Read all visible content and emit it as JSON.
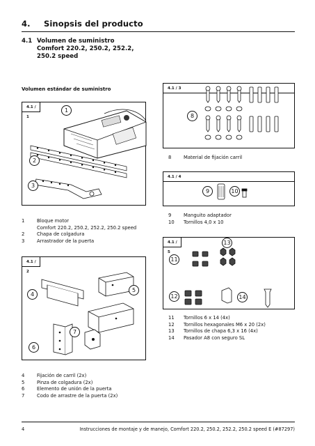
{
  "section": {
    "number": "4.",
    "title": "Sinopsis del producto"
  },
  "subsection": {
    "number": "4.1",
    "lines": [
      "Volumen de suministro",
      "Comfort 220.2, 250.2, 252.2,",
      "250.2 speed"
    ]
  },
  "standard_label": "Volumen estándar de suministro",
  "figures": {
    "f1": {
      "label": "4.1 / 1",
      "callouts": [
        "1",
        "2",
        "3"
      ]
    },
    "f2": {
      "label": "4.1 / 2",
      "callouts": [
        "4",
        "5",
        "6",
        "7"
      ]
    },
    "f3": {
      "label": "4.1 / 3",
      "callouts": [
        "8"
      ]
    },
    "f4": {
      "label": "4.1 / 4",
      "callouts": [
        "9",
        "10"
      ]
    },
    "f5": {
      "label": "4.1 / 5",
      "callouts": [
        "11",
        "12",
        "13",
        "14"
      ]
    }
  },
  "legend1": [
    {
      "n": "1",
      "text": "Bloque motor"
    },
    {
      "n": "",
      "text": "Comfort 220.2, 250.2, 252.2, 250.2 speed"
    },
    {
      "n": "2",
      "text": "Chapa de colgadura"
    },
    {
      "n": "3",
      "text": "Arrastrador de la puerta"
    }
  ],
  "legend2": [
    {
      "n": "4",
      "text": "Fijación de carril (2x)"
    },
    {
      "n": "5",
      "text": "Pinza de colgadura (2x)"
    },
    {
      "n": "6",
      "text": "Elemento de unión de la puerta"
    },
    {
      "n": "7",
      "text": "Codo de arrastre de la puerta (2x)"
    }
  ],
  "legend3": [
    {
      "n": "8",
      "text": "Material de fijación carril"
    }
  ],
  "legend4": [
    {
      "n": "9",
      "text": "Manguito adaptador"
    },
    {
      "n": "10",
      "text": "Tornillos 4,0 x 10"
    }
  ],
  "legend5": [
    {
      "n": "11",
      "text": "Tornillos 6 x 14 (4x)"
    },
    {
      "n": "12",
      "text": "Tornillos hexagonales M6 x 20 (2x)"
    },
    {
      "n": "13",
      "text": "Tornillos de chapa 6,3 x 16 (4x)"
    },
    {
      "n": "14",
      "text": "Pasador A8 con seguro SL"
    }
  ],
  "footer": {
    "page": "4",
    "text": "Instrucciones de montaje y de manejo, Comfort 220.2, 250.2, 252.2, 250.2 speed E (#87297)"
  }
}
